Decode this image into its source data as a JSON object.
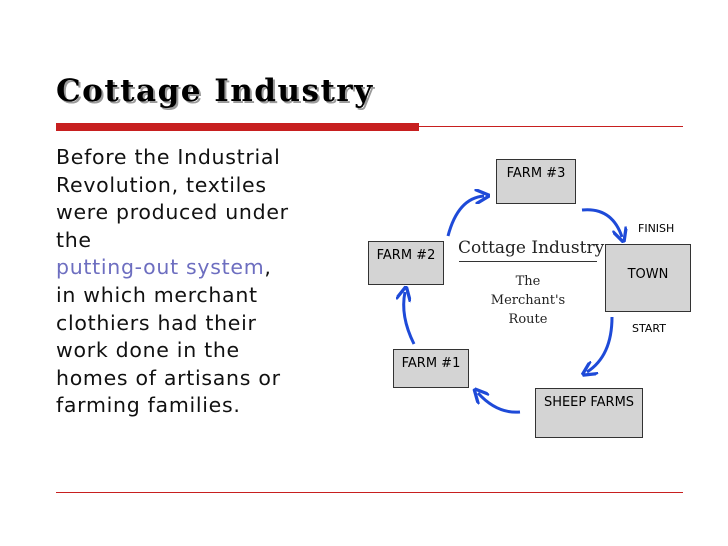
{
  "slide": {
    "title": "Cottage Industry",
    "body_lines": [
      "Before the Industrial",
      "Revolution, textiles",
      "were produced under",
      "the"
    ],
    "link_text": "putting-out system",
    "link_suffix": ",",
    "body_lines_after": [
      "in which merchant",
      "clothiers had their",
      "work done in the",
      "homes of artisans or",
      "farming families."
    ],
    "accent_color": "#c71f1f",
    "link_color": "#6d6ec0"
  },
  "diagram": {
    "heading": "Cottage Industry",
    "subtitle_lines": [
      "The",
      "Merchant's",
      "Route"
    ],
    "nodes": {
      "farm3": "FARM #3",
      "farm2": "FARM #2",
      "farm1": "FARM #1",
      "town": "TOWN",
      "sheep": "SHEEP FARMS"
    },
    "finish_label": "FINISH",
    "start_label": "START",
    "arrow_color": "#1e4ad8",
    "box_fill": "#d4d4d4"
  }
}
